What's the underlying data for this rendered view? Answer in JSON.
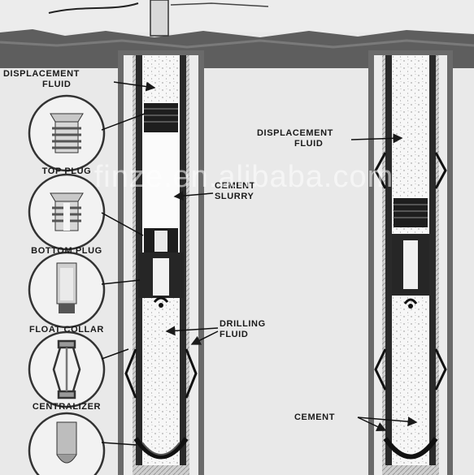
{
  "watermark": "finze.en.alibaba.com",
  "labels": {
    "displacement_fluid_left": [
      "DISPLACEMENT",
      "FLUID"
    ],
    "displacement_fluid_right": [
      "DISPLACEMENT",
      "FLUID"
    ],
    "cement_slurry": [
      "CEMENT",
      "SLURRY"
    ],
    "drilling_fluid": [
      "DRILLING",
      "FLUID"
    ],
    "cement": "CEMENT"
  },
  "components": [
    {
      "label": "TOP PLUG",
      "icon": "top-plug-icon"
    },
    {
      "label": "BOTTOM PLUG",
      "icon": "bottom-plug-icon"
    },
    {
      "label": "FLOAT COLLAR",
      "icon": "float-collar-icon"
    },
    {
      "label": "CENTRALIZER",
      "icon": "centralizer-icon"
    },
    {
      "label": "",
      "icon": "guide-shoe-icon"
    }
  ],
  "colors": {
    "background": "#e9e9e9",
    "ground": "#5e5e5e",
    "casing": "#2a2a2a",
    "formation_wall": "#6a6a6a",
    "fluid": "#f6f6f6"
  }
}
